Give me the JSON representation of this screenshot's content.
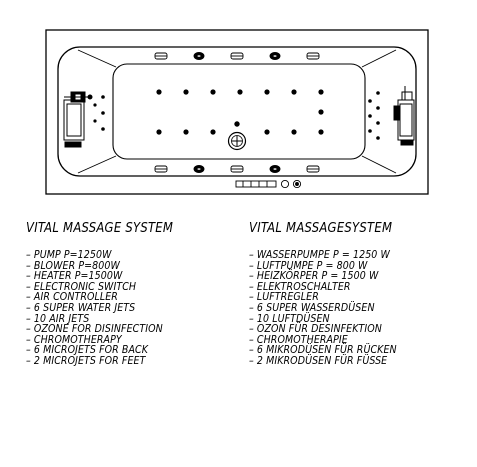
{
  "left_column": {
    "title": "VITAL MASSAGE  SYSTEM",
    "items": [
      "– PUMP P=1250W",
      "– BLOWER P=800W",
      "– HEATER P=1500W",
      "– ELECTRONIC SWITCH",
      "– AIR CONTROLLER",
      "– 6 SUPER WATER JETS",
      "– 10 AIR JETS",
      "– OZONE FOR DISINFECTION",
      "– CHROMOTHERAPY",
      "– 6 MICROJETS FOR BACK",
      "– 2 MICROJETS FOR FEET"
    ]
  },
  "right_column": {
    "title": "VITAL  MASSAGESYSTEM",
    "items": [
      "– WASSERPUMPE P = 1250 W",
      "– LUFTPUMPE P = 800 W",
      "– HEIZKÖRPER P = 1500 W",
      "– ELEKTROSCHALTER",
      "– LUFTREGLER",
      "– 6 SUPER WASSERDÜSEN",
      "– 10 LUFTDÜSEN",
      "– OZON FÜR DESINFEKTION",
      "– CHROMOTHERAPIE",
      "– 6 MIKRODÜSEN FÜR RÜCKEN",
      "– 2 MIKRODÜSEN FÜR FÜSSE"
    ]
  },
  "colors": {
    "line": "#000000",
    "background": "#ffffff"
  }
}
